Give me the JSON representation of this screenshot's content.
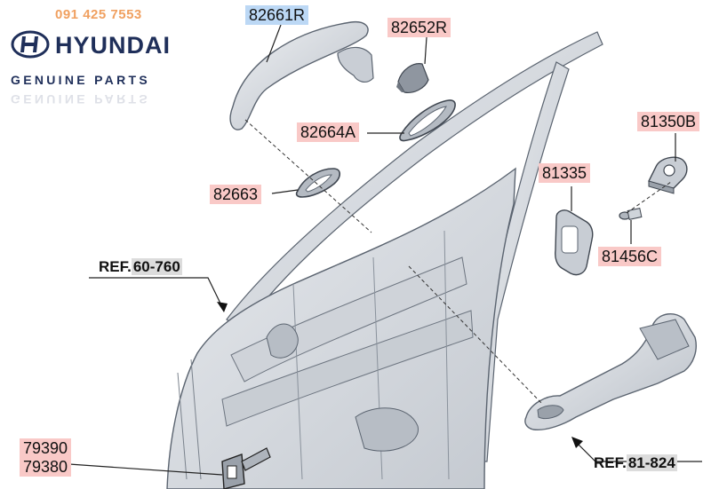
{
  "header": {
    "phone": "091 425 7553",
    "brand": "HYUNDAI",
    "tagline": "GENUINE PARTS"
  },
  "callouts": [
    {
      "id": "82661R",
      "label": "82661R"
    },
    {
      "id": "82652R",
      "label": "82652R"
    },
    {
      "id": "82664A",
      "label": "82664A"
    },
    {
      "id": "82663",
      "label": "82663"
    },
    {
      "id": "81335",
      "label": "81335"
    },
    {
      "id": "81350B",
      "label": "81350B"
    },
    {
      "id": "81456C",
      "label": "81456C"
    },
    {
      "id": "79390",
      "label": "79390"
    },
    {
      "id": "79380",
      "label": "79380"
    }
  ],
  "refs": [
    {
      "prefix": "REF.",
      "code": "60-760"
    },
    {
      "prefix": "REF.",
      "code": "81-824"
    }
  ],
  "colors": {
    "brand": "#1f2f5a",
    "phone": "#f0a060",
    "label_pink": "#f9c9c7",
    "label_blue": "#bcd8f5",
    "part_fill": "#d7dbe0",
    "part_stroke": "#5b6470"
  }
}
